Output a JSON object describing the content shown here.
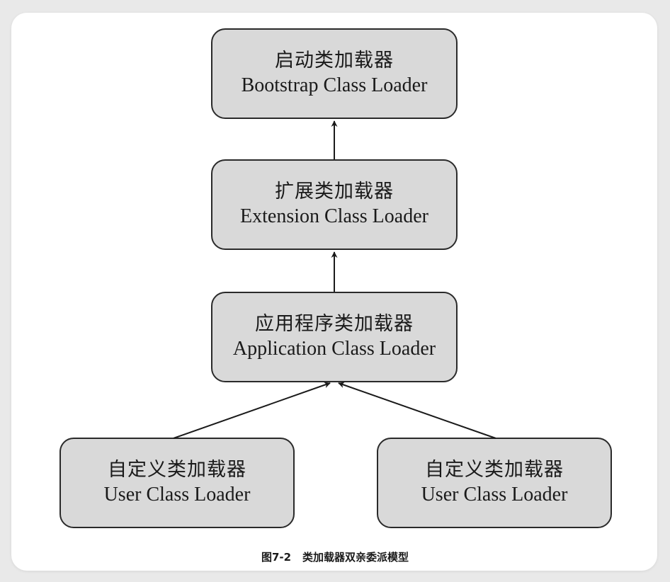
{
  "nodes": {
    "bootstrap": {
      "zh": "启动类加载器",
      "en": "Bootstrap Class Loader"
    },
    "extension": {
      "zh": "扩展类加载器",
      "en": "Extension Class Loader"
    },
    "application": {
      "zh": "应用程序类加载器",
      "en": "Application Class Loader"
    },
    "user_left": {
      "zh": "自定义类加载器",
      "en": "User Class Loader"
    },
    "user_right": {
      "zh": "自定义类加载器",
      "en": "User Class Loader"
    }
  },
  "edges": [
    {
      "from": "extension",
      "to": "bootstrap"
    },
    {
      "from": "application",
      "to": "extension"
    },
    {
      "from": "user_left",
      "to": "application"
    },
    {
      "from": "user_right",
      "to": "application"
    }
  ],
  "caption": {
    "number": "图7-2",
    "text": "类加载器双亲委派模型"
  },
  "colors": {
    "box_fill": "#d9d9d9",
    "stroke": "#2a2a2a"
  }
}
